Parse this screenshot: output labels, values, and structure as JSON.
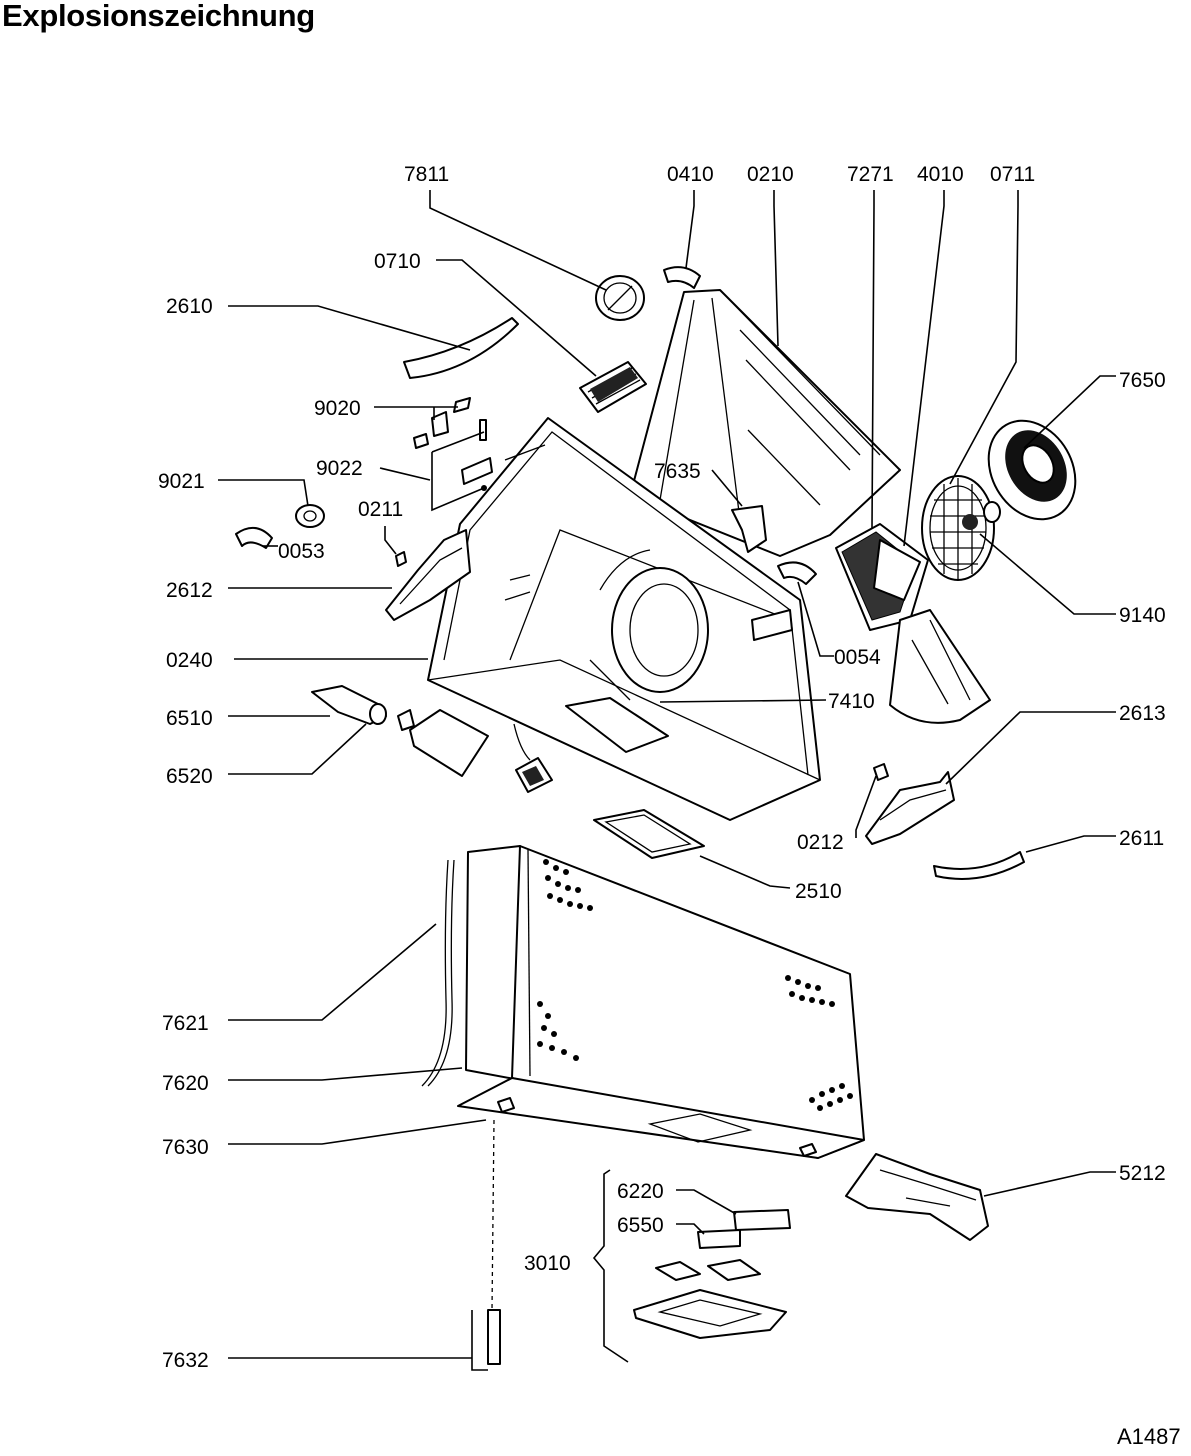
{
  "title": "Explosionszeichnung",
  "drawing_code": "A1487",
  "part_labels": [
    "7811",
    "0410",
    "0210",
    "7271",
    "4010",
    "0711",
    "0710",
    "2610",
    "7650",
    "9020",
    "9022",
    "9021",
    "7635",
    "0211",
    "0053",
    "2612",
    "9140",
    "0054",
    "0240",
    "7410",
    "6510",
    "2613",
    "6520",
    "0212",
    "2611",
    "2510",
    "7621",
    "7620",
    "7630",
    "5212",
    "6220",
    "6550",
    "3010",
    "7632"
  ]
}
